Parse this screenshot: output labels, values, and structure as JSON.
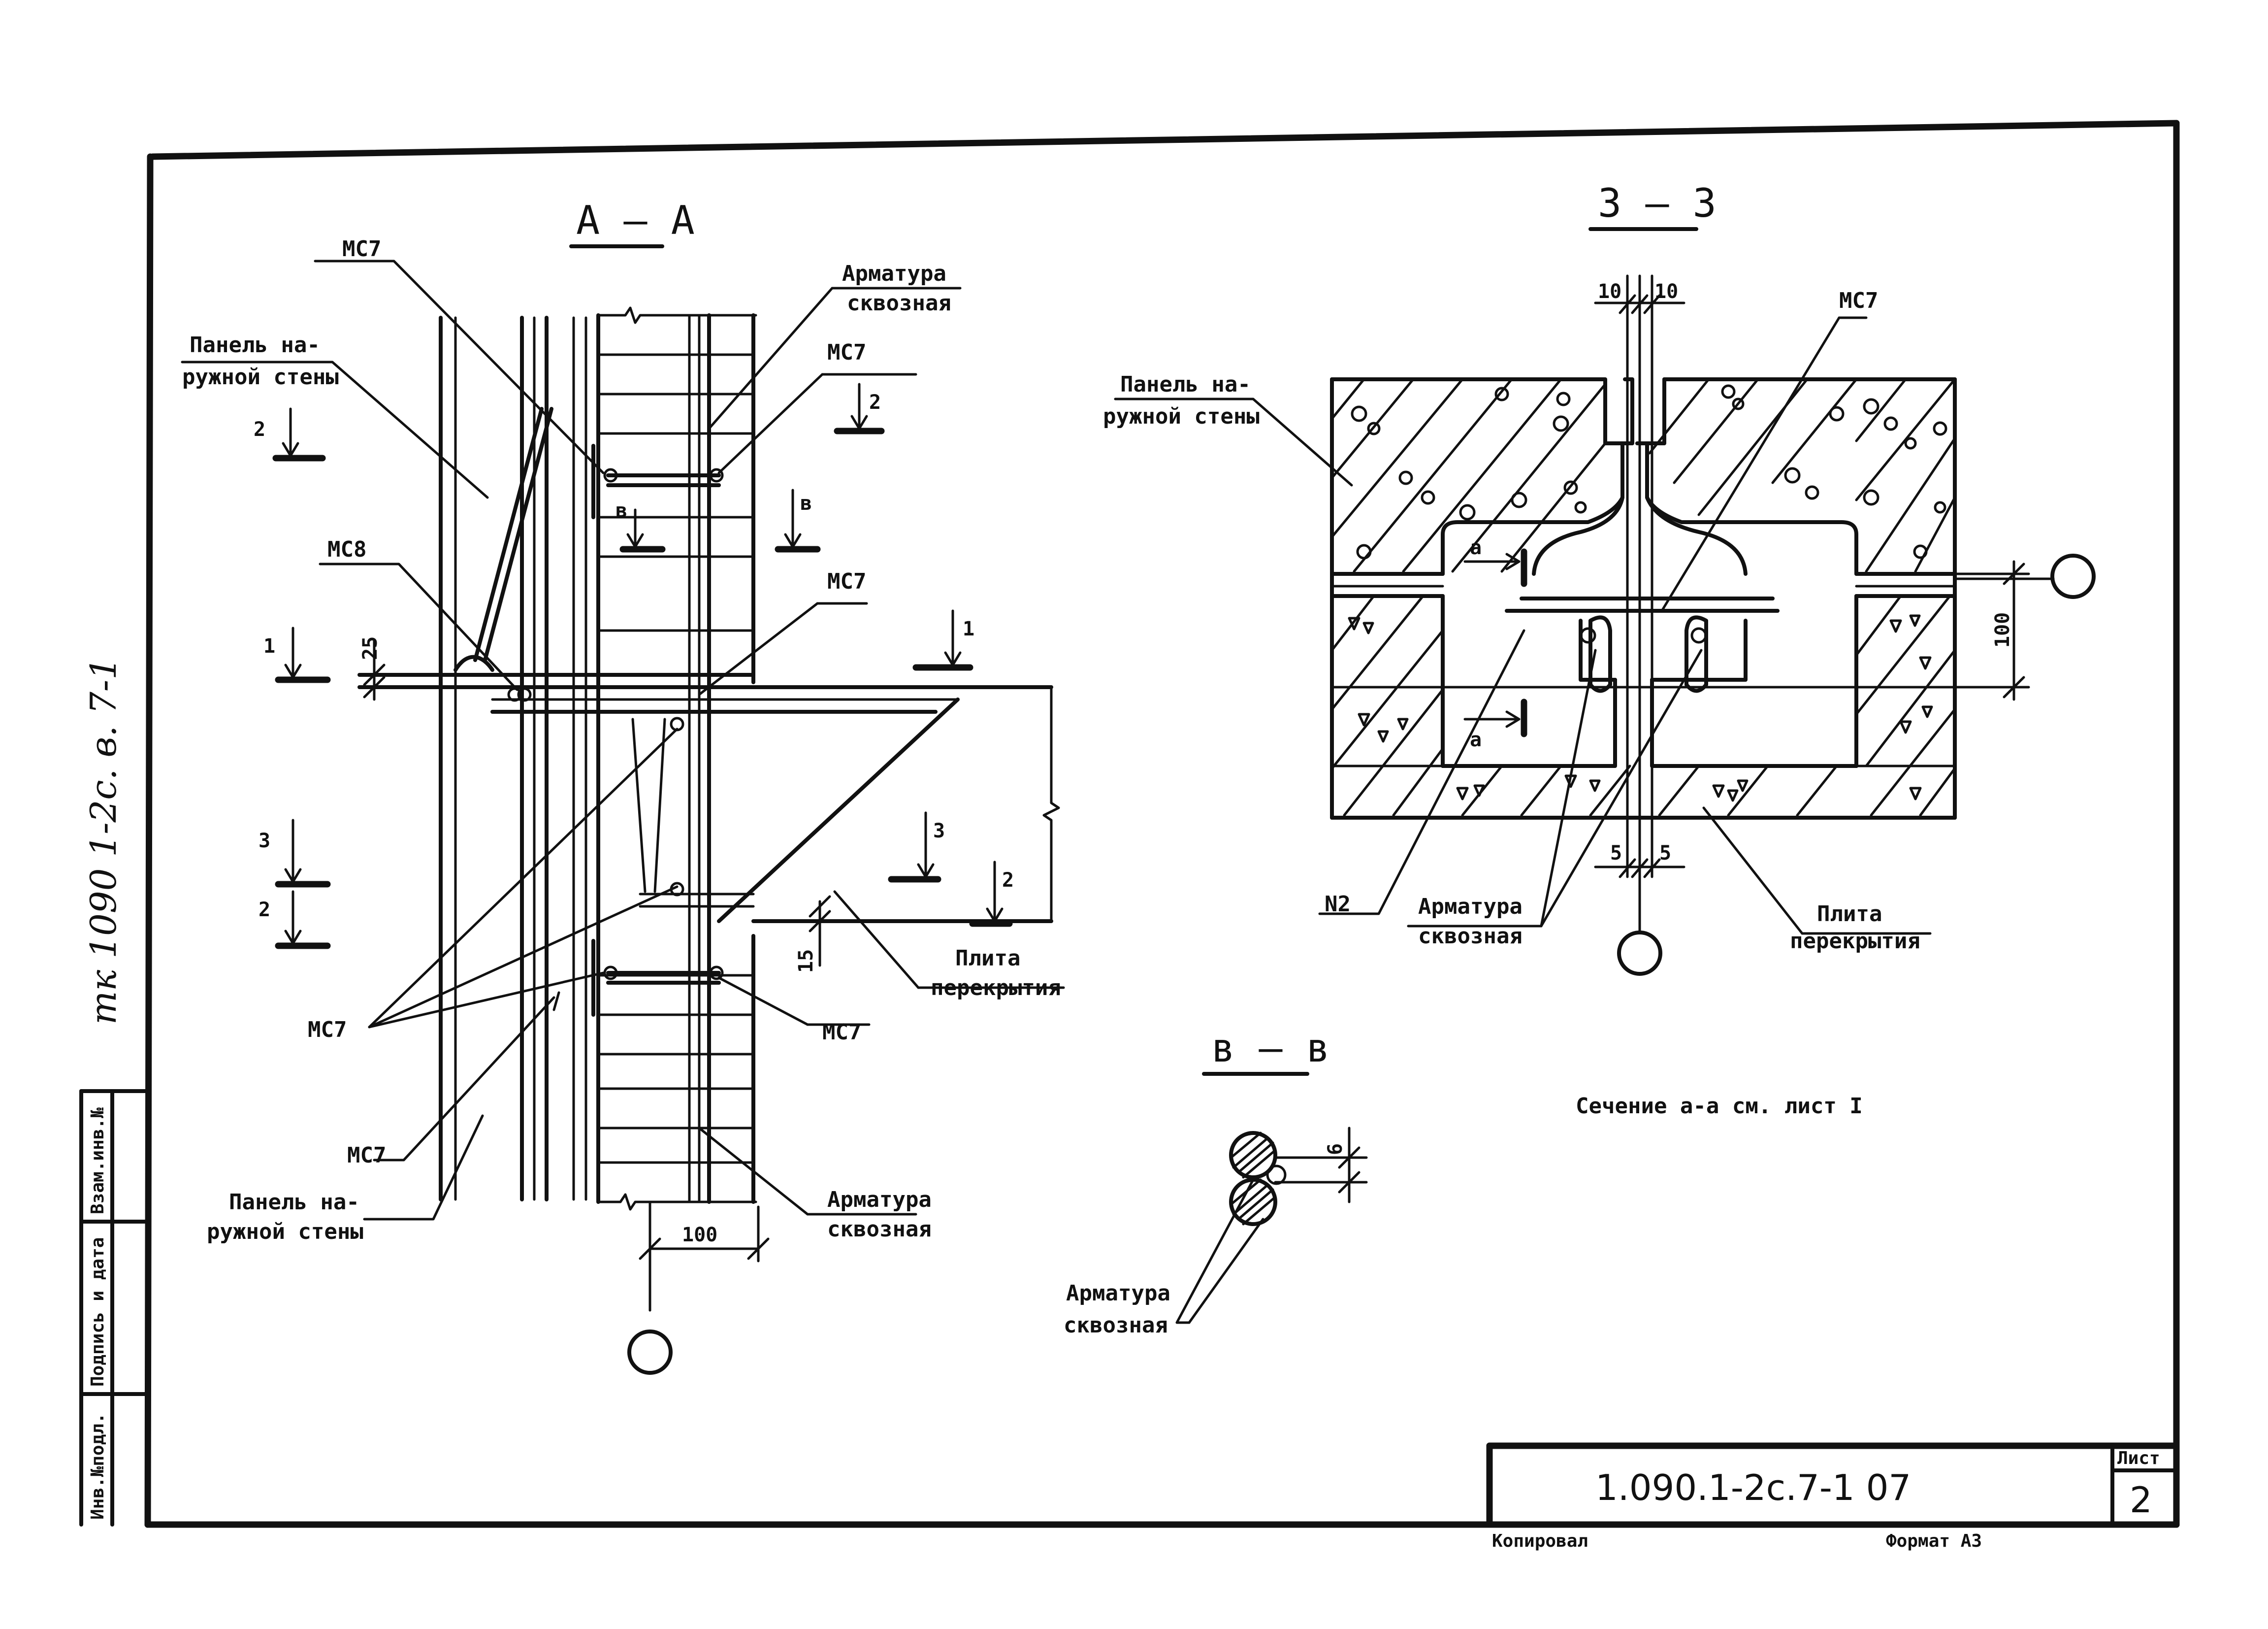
{
  "views": {
    "aa": {
      "title": "А – А",
      "mc7": "МС7",
      "mc8": "МС8",
      "armatura_top": "Арматура",
      "skvoznaya_top": "сквозная",
      "panel_top_1": "Панель на-",
      "panel_top_2": "ружной стены",
      "panel_bot_1": "Панель на-",
      "panel_bot_2": "ружной стены",
      "armatura_bot": "Арматура",
      "skvoznaya_bot": "сквозная",
      "plita_1": "Плита",
      "plita_2": "перекрытия",
      "cut_1": "1",
      "cut_2": "2",
      "cut_3": "3",
      "cut_b": "в",
      "dim_25": "25",
      "dim_15": "15",
      "dim_100": "100"
    },
    "z3": {
      "title": "3 – 3",
      "mc7": "МС7",
      "panel_1": "Панель на-",
      "panel_2": "ружной стены",
      "n2": "N2",
      "armatura": "Арматура",
      "skvoznaya": "сквозная",
      "plita_1": "Плита",
      "plita_2": "перекрытия",
      "dim_10": "10",
      "dim_5": "5",
      "dim_100": "100",
      "cut_a": "а",
      "note": "Сечение а-а см. лист I"
    },
    "bb": {
      "title": "в – в",
      "dim_6": "6",
      "armatura": "Арматура",
      "skvoznaya": "сквозная"
    }
  },
  "side_info": "тк 1090 1-2с. в. 7-1",
  "stamp_cols": [
    "Инв.№подл.",
    "Подпись и дата",
    "Взам.инв.№"
  ],
  "title_block": {
    "code": "1.090.1-2с.7-1  07",
    "sheet_label": "Лист",
    "sheet_number": "2",
    "copied": "Копировал",
    "format": "Формат А3"
  }
}
